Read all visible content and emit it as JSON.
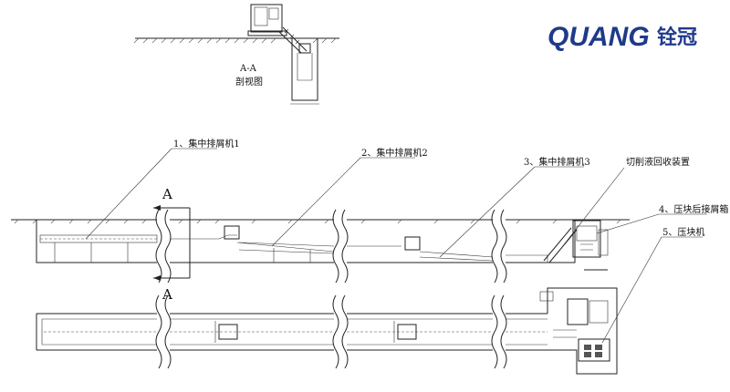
{
  "brand": {
    "logo_text": "QUANG",
    "logo_cn": "铨冠",
    "logo_color": "#1f3a8a"
  },
  "section_view": {
    "mark": "A-A",
    "caption": "剖视图"
  },
  "section_marks": {
    "top": "A",
    "bottom": "A"
  },
  "labels": {
    "item1": "1、集中排屑机1",
    "item2": "2、集中排屑机2",
    "item3": "3、集中排屑机3",
    "item_fluid": "切削液回收装置",
    "item4": "4、压块后接屑箱",
    "item5": "5、压块机"
  },
  "colors": {
    "line": "#222222",
    "background": "#ffffff"
  }
}
